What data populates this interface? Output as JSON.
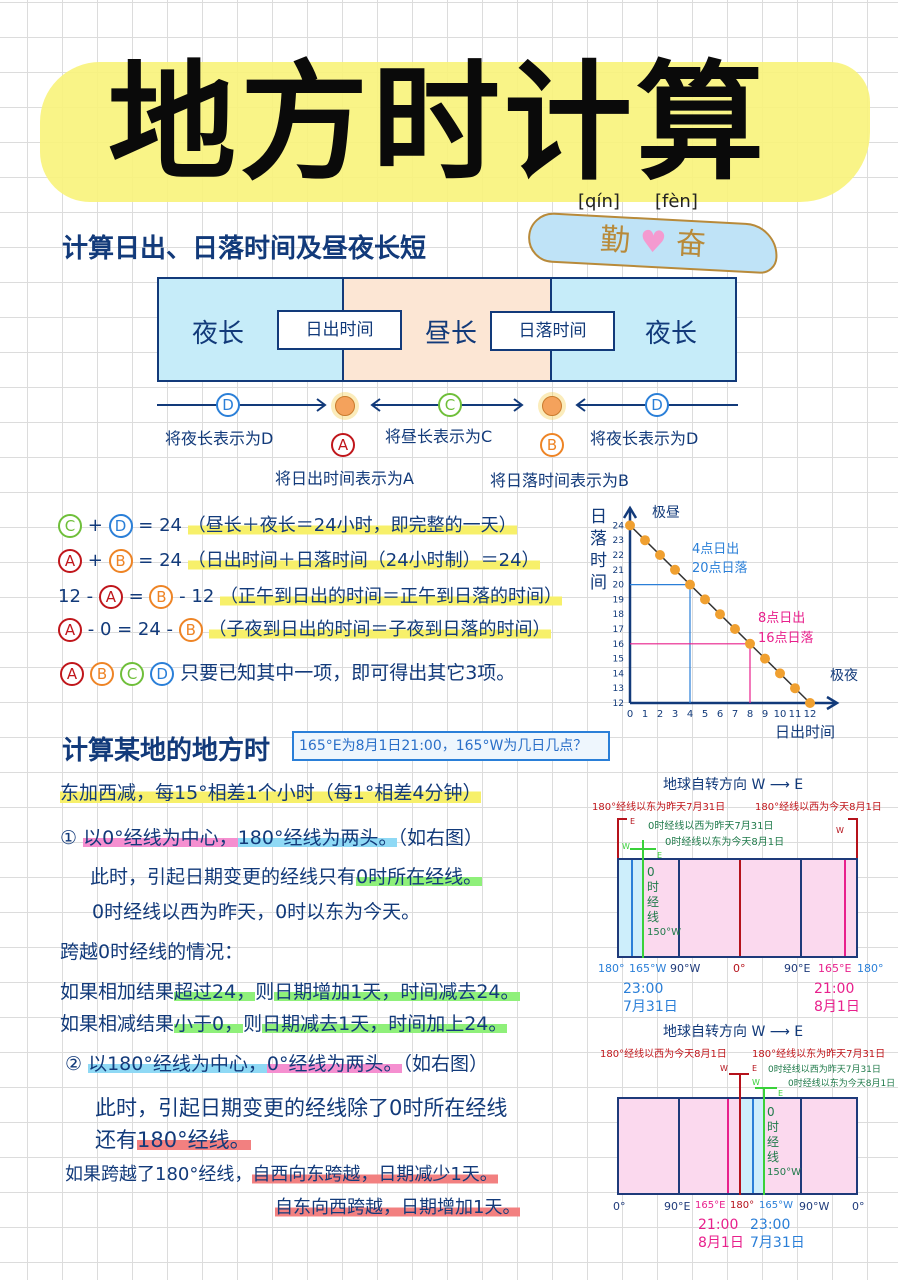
{
  "title": "地方时计算",
  "pinyin": [
    "[qín]",
    "[fèn]"
  ],
  "ribbon": {
    "left": "勤",
    "right": "奋"
  },
  "section1": {
    "heading": "计算日出、日落时间及昼夜长短",
    "box": {
      "night_left": "夜长",
      "sunrise": "日出时间",
      "day": "昼长",
      "sunset": "日落时间",
      "night_right": "夜长"
    },
    "markers": {
      "D": "D",
      "C": "C",
      "A": "A",
      "B": "B"
    },
    "labels": {
      "night_left": "将夜长表示为D",
      "day": "将昼长表示为C",
      "night_right": "将夜长表示为D",
      "sunrise": "将日出时间表示为A",
      "sunset": "将日落时间表示为B"
    },
    "formulas": [
      {
        "left": [
          "C",
          "+",
          "D",
          "= 24"
        ],
        "note": "（昼长＋夜长＝24小时，即完整的一天）"
      },
      {
        "left": [
          "A",
          "+",
          "B",
          "= 24"
        ],
        "note": "（日出时间＋日落时间（24小时制）＝24）"
      },
      {
        "left": [
          "12 -",
          "A",
          "=",
          "B",
          "- 12"
        ],
        "note": "（正午到日出的时间＝正午到日落的时间）"
      },
      {
        "left": [
          "A",
          "- 0 = 24 -",
          "B"
        ],
        "note": "（子夜到日出的时间＝子夜到日落的时间）"
      }
    ],
    "summary": "只要已知其中一项，即可得出其它3项。"
  },
  "chart_data": {
    "type": "line",
    "xlabel": "日出时间",
    "ylabel": "日落时间",
    "x": [
      0,
      1,
      2,
      3,
      4,
      5,
      6,
      7,
      8,
      9,
      10,
      11,
      12
    ],
    "y": [
      24,
      23,
      22,
      21,
      20,
      19,
      18,
      17,
      16,
      15,
      14,
      13,
      12
    ],
    "xlim": [
      0,
      12
    ],
    "ylim": [
      12,
      24
    ],
    "xticks": [
      "0",
      "1",
      "2",
      "3",
      "4",
      "5",
      "6",
      "7",
      "8",
      "9",
      "10",
      "11",
      "12"
    ],
    "yticks": [
      "12",
      "13",
      "14",
      "15",
      "16",
      "17",
      "18",
      "19",
      "20",
      "21",
      "22",
      "23",
      "24"
    ],
    "annotations": {
      "polar_day": "极昼",
      "polar_night": "极夜",
      "blue": [
        "4点日出",
        "20点日落"
      ],
      "pink": [
        "8点日出",
        "16点日落"
      ]
    },
    "colors": {
      "points": "#f0a030",
      "blue": "#2a7fd8",
      "pink": "#e8208c",
      "axis": "#123a7a"
    }
  },
  "section2": {
    "heading": "计算某地的地方时",
    "question": "165°E为8月1日21:00，165°W为几日几点？",
    "rule": "东加西减，每15°相差1个小时（每1°相差4分钟）",
    "case1": {
      "num": "①",
      "a": "以0°经线为中心，",
      "b": "180°经线为两头。",
      "c": "（如右图）",
      "l2a": "此时，引起日期变更的经线只有",
      "l2b": "0时所在经线。",
      "l3": "0时经线以西为昨天，0时以东为今天。"
    },
    "cross0": {
      "heading": "跨越0时经线的情况：",
      "l1a": "如果相加结果",
      "l1b": "超过24，",
      "l1c": "则",
      "l1d": "日期增加1天，",
      "l1e": "时间减去24。",
      "l2a": "如果相减结果",
      "l2b": "小于0，",
      "l2c": "则",
      "l2d": "日期减去1天，",
      "l2e": "时间加上24。"
    },
    "case2": {
      "num": "②",
      "a": "以180°经线为中心，",
      "b": "0°经线为两头。",
      "c": "（如右图）",
      "l2": "此时，引起日期变更的经线除了0时所在经线",
      "l3a": "还有",
      "l3b": "180°经线。",
      "l4a": "如果跨越了180°经线，",
      "l4b": "自西向东跨越，",
      "l4c": "日期减少1天。",
      "l5a": "自东向西跨越，",
      "l5b": "日期增加1天。"
    }
  },
  "diagram1": {
    "rotation": "地球自转方向 W ⟶ E",
    "red_left": "180°经线以东为昨天7月31日",
    "red_right": "180°经线以西为今天8月1日",
    "green1": "0时经线以西为昨天7月31日",
    "green2": "0时经线以东为今天8月1日",
    "zero_line": [
      "0",
      "时",
      "经",
      "线",
      "150°W"
    ],
    "ticks": [
      "180°",
      "165°W",
      "90°W",
      "0°",
      "90°E",
      "165°E",
      "180°"
    ],
    "time_left": [
      "23:00",
      "7月31日"
    ],
    "time_right": [
      "21:00",
      "8月1日"
    ],
    "w": "W",
    "e": "E"
  },
  "diagram2": {
    "rotation": "地球自转方向 W ⟶ E",
    "red_left": "180°经线以西为今天8月1日",
    "red_right": "180°经线以东为昨天7月31日",
    "green1": "0时经线以西为昨天7月31日",
    "green2": "0时经线以东为今天8月1日",
    "zero_line": [
      "0",
      "时",
      "经",
      "线",
      "150°W"
    ],
    "ticks": [
      "0°",
      "90°E",
      "165°E",
      "180°",
      "165°W",
      "90°W",
      "0°"
    ],
    "time_left": [
      "21:00",
      "8月1日"
    ],
    "time_right": [
      "23:00",
      "7月31日"
    ],
    "w": "W",
    "e": "E"
  }
}
